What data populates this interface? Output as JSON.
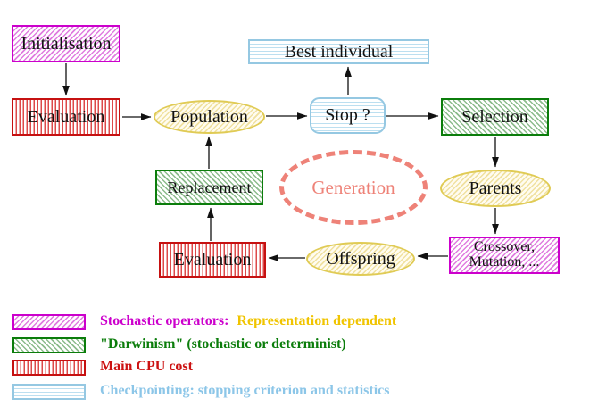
{
  "diagram": {
    "nodes": {
      "initialisation": {
        "label": "Initialisation"
      },
      "evaluation_top": {
        "label": "Evaluation"
      },
      "population": {
        "label": "Population"
      },
      "best_individual": {
        "label": "Best individual"
      },
      "stop": {
        "label": "Stop ?"
      },
      "selection": {
        "label": "Selection"
      },
      "replacement": {
        "label": "Replacement"
      },
      "generation": {
        "label": "Generation"
      },
      "parents": {
        "label": "Parents"
      },
      "evaluation_bottom": {
        "label": "Evaluation"
      },
      "offspring": {
        "label": "Offspring"
      },
      "crossover": {
        "line1": "Crossover,",
        "line2": "Mutation, ..."
      }
    },
    "colors": {
      "magenta": "#cc00cc",
      "red": "#c61111",
      "green": "#0b7d0b",
      "cyan": "#95c8e2",
      "yellow_border": "#e0cb55",
      "salmon": "#ee8278",
      "gold_text": "#f0c400",
      "legend_blue_text": "#8cc6e8"
    }
  },
  "legend": {
    "items": [
      {
        "swatch": "magenta-diagonal-hatch",
        "parts": [
          {
            "text": "Stochastic operators:",
            "color": "#cc00cc"
          },
          {
            "text": "Representation dependent",
            "color": "#f0c400"
          }
        ]
      },
      {
        "swatch": "green-diagonal-hatch",
        "parts": [
          {
            "text": "\"Darwinism\" (stochastic or determinist)",
            "color": "#0b7d0b"
          }
        ]
      },
      {
        "swatch": "red-vertical-stripes",
        "parts": [
          {
            "text": "Main CPU cost",
            "color": "#cc1111"
          }
        ]
      },
      {
        "swatch": "cyan-horizontal-stripes",
        "parts": [
          {
            "text": "Checkpointing: stopping criterion and statistics",
            "color": "#8cc6e8"
          }
        ]
      }
    ]
  }
}
